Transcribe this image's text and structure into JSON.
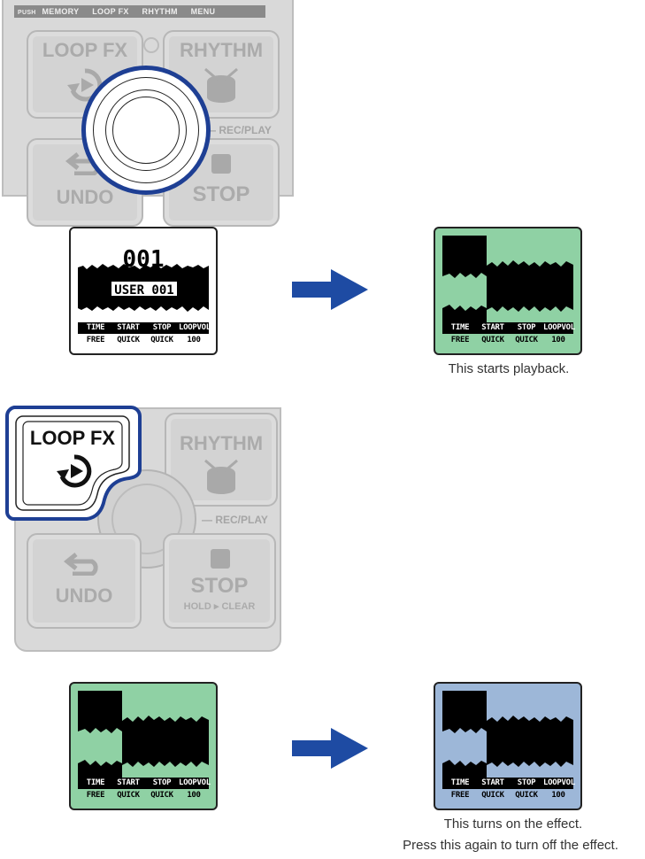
{
  "top_device": {
    "menu_bar": [
      "PUSH",
      "MEMORY",
      "LOOP FX",
      "RHYTHM",
      "MENU"
    ],
    "buttons": {
      "loopfx": "LOOP FX",
      "rhythm": "RHYTHM",
      "undo": "UNDO",
      "stop": "STOP"
    },
    "rec_play_label": "REC/PLAY"
  },
  "middle_device": {
    "buttons": {
      "loopfx": "LOOP FX",
      "rhythm": "RHYTHM",
      "undo": "UNDO",
      "stop": "STOP",
      "stop_sub": "HOLD ▸ CLEAR"
    },
    "rec_play_label": "REC/PLAY"
  },
  "screen_user": {
    "number": "001",
    "name": "USER 001"
  },
  "params": {
    "headers": [
      "TIME",
      "START",
      "STOP",
      "LOOPVOL"
    ],
    "values": [
      "FREE",
      "QUICK",
      "QUICK",
      "100"
    ]
  },
  "captions": {
    "playback": "This starts playback.",
    "effect_line1": "This turns on the effect.",
    "effect_line2": "Press this again to turn off the effect."
  },
  "colors": {
    "highlight": "#1e3f94",
    "green": "#8fd1a4",
    "blue": "#9db7d8",
    "arrow": "#1e4ba3"
  }
}
